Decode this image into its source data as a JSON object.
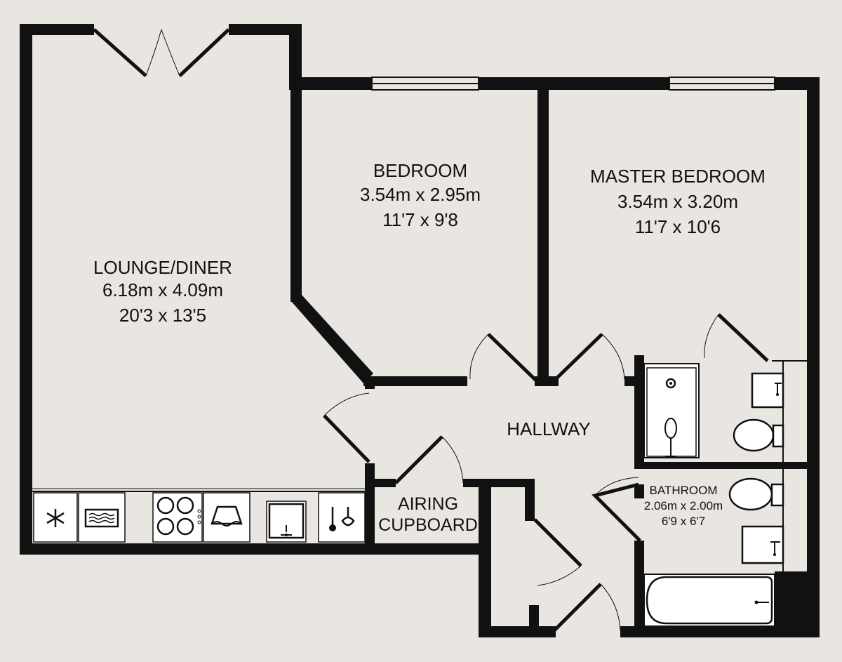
{
  "colors": {
    "background": "#e9e6e1",
    "wall": "#111111",
    "fixture": "#ffffff"
  },
  "rooms": {
    "lounge": {
      "name": "LOUNGE/DINER",
      "metric": "6.18m x 4.09m",
      "imperial": "20'3 x 13'5"
    },
    "bedroom": {
      "name": "BEDROOM",
      "metric": "3.54m x 2.95m",
      "imperial": "11'7 x 9'8"
    },
    "master": {
      "name": "MASTER BEDROOM",
      "metric": "3.54m x 3.20m",
      "imperial": "11'7 x 10'6"
    },
    "hallway": {
      "name": "HALLWAY"
    },
    "airing": {
      "line1": "AIRING",
      "line2": "CUPBOARD"
    },
    "bathroom": {
      "name": "BATHROOM",
      "metric": "2.06m x 2.00m",
      "imperial": "6'9 x 6'7"
    }
  },
  "fixtures": [
    {
      "name": "fridge-freezer",
      "icon": "snowflake-icon"
    },
    {
      "name": "microwave",
      "icon": "microwave-icon"
    },
    {
      "name": "hob",
      "icon": "hob-icon"
    },
    {
      "name": "cooker-hood",
      "icon": "extractor-icon"
    },
    {
      "name": "kitchen-sink",
      "icon": "sink-icon"
    },
    {
      "name": "washing-machine",
      "icon": "washer-icon"
    },
    {
      "name": "shower",
      "icon": "shower-icon"
    },
    {
      "name": "basin",
      "icon": "basin-icon"
    },
    {
      "name": "toilet",
      "icon": "toilet-icon"
    },
    {
      "name": "bath",
      "icon": "bath-icon"
    }
  ]
}
